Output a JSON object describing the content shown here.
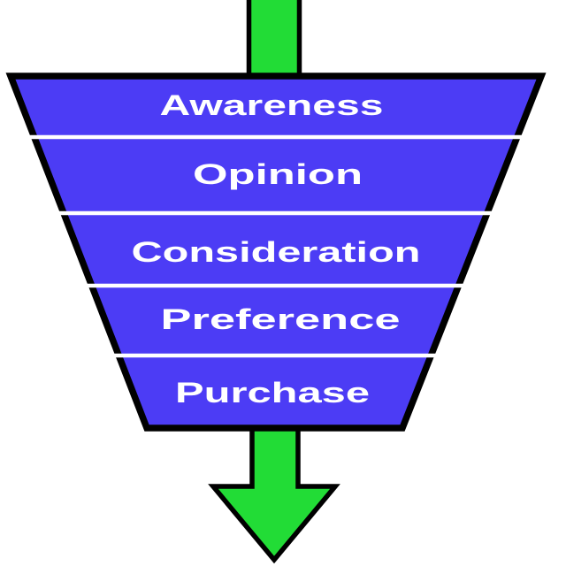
{
  "funnel": {
    "stages": [
      {
        "label": "Awareness"
      },
      {
        "label": "Opinion"
      },
      {
        "label": "Consideration"
      },
      {
        "label": "Preference"
      },
      {
        "label": "Purchase"
      }
    ]
  },
  "icons": {
    "top_arrow": "flow-in-down-arrow",
    "bottom_arrow": "flow-out-down-arrow"
  },
  "colors": {
    "background": "#ffffff",
    "funnel_fill": "#4c3cf5",
    "arrow_fill": "#22dc36",
    "outline": "#000000",
    "divider": "#ffffff",
    "label": "#ffffff"
  }
}
